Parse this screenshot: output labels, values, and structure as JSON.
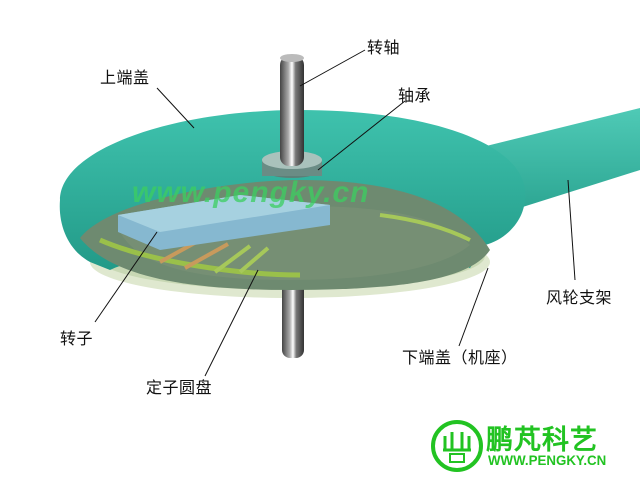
{
  "labels": {
    "shaft": "转轴",
    "upper_cover": "上端盖",
    "bearing": "轴承",
    "fan_bracket": "风轮支架",
    "rotor": "转子",
    "stator_disc": "定子圆盘",
    "lower_cover": "下端盖（机座）"
  },
  "watermark": "www.pengky.cn",
  "logo": {
    "cn": "鹏芃科艺",
    "en": "WWW.PENGKY.CN"
  },
  "colors": {
    "housing": "#33b3a0",
    "housing_dark": "#1f8a7a",
    "rotor": "#7fb0c8",
    "stator": "#6d8a72",
    "logo_green": "#22c322"
  }
}
